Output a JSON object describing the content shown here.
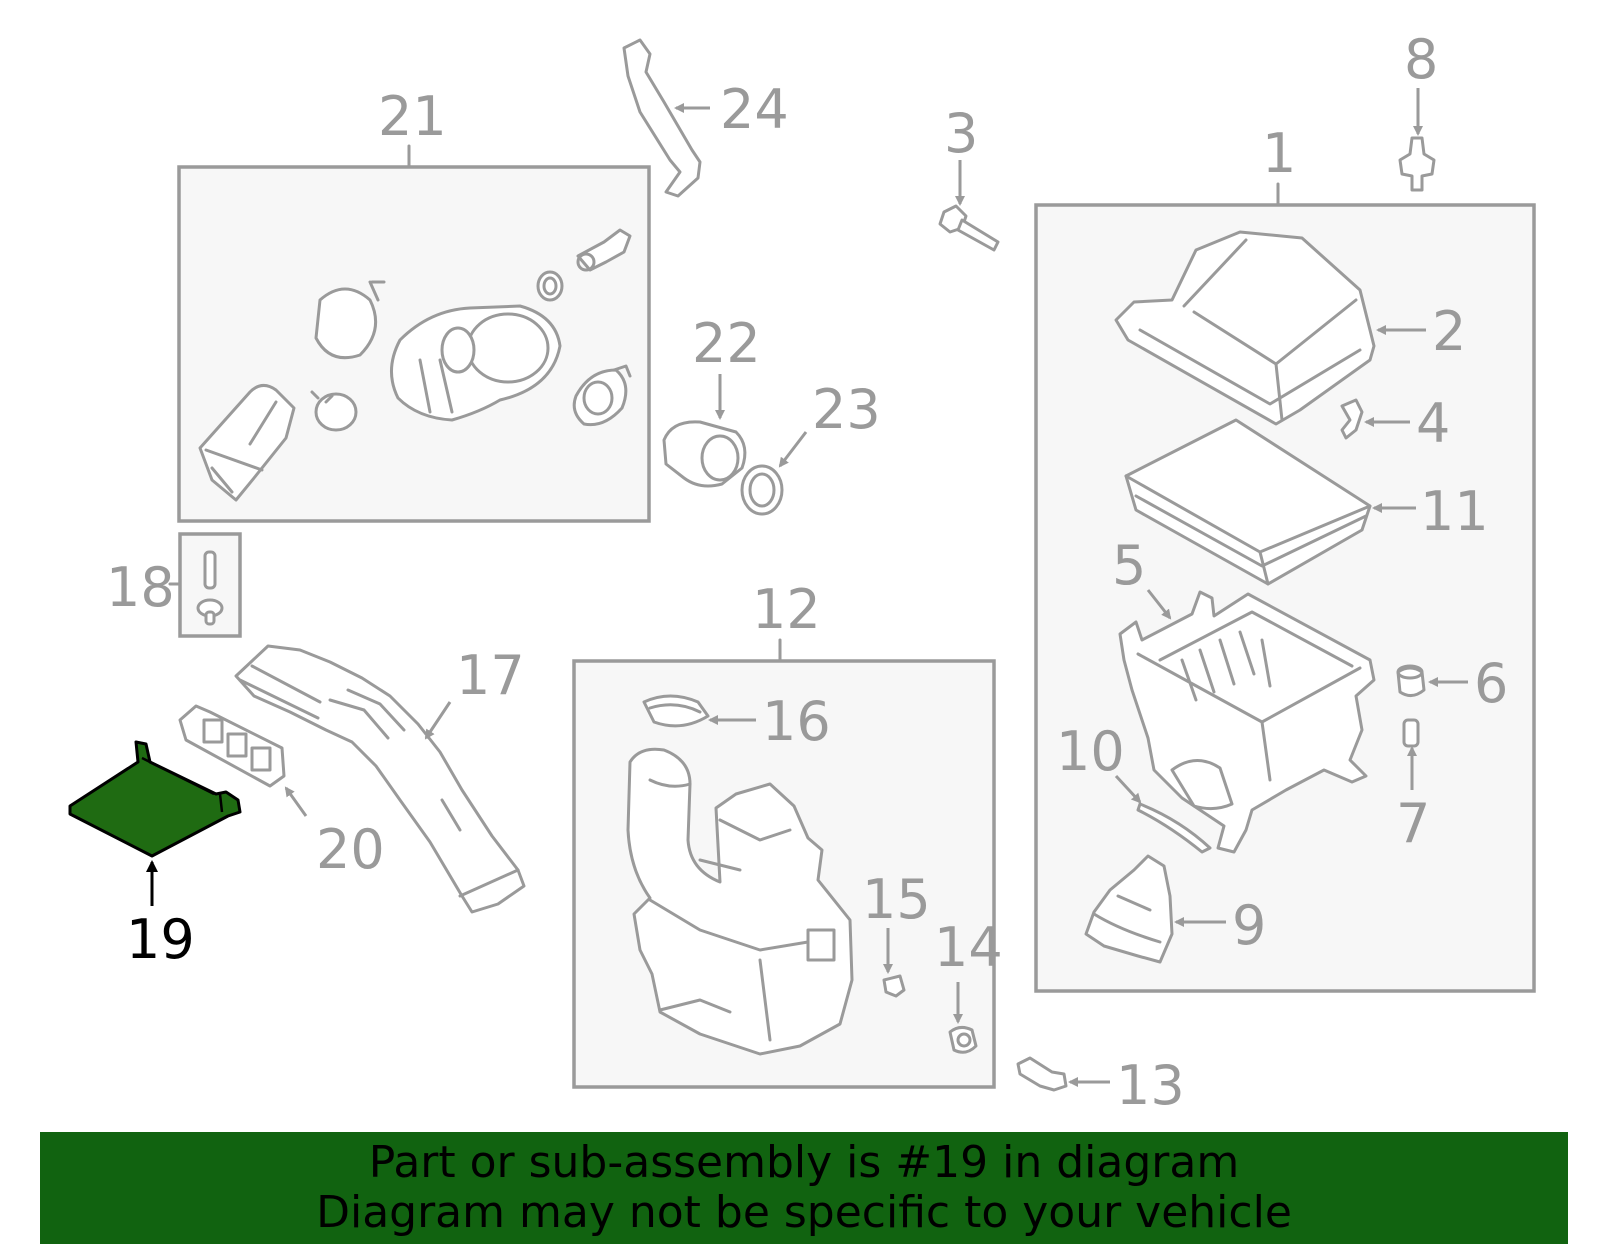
{
  "highlight_color": "#1f6b12",
  "banner_color": "#116310",
  "callouts": {
    "c1": "1",
    "c2": "2",
    "c3": "3",
    "c4": "4",
    "c5": "5",
    "c6": "6",
    "c7": "7",
    "c8": "8",
    "c9": "9",
    "c10": "10",
    "c11": "11",
    "c12": "12",
    "c13": "13",
    "c14": "14",
    "c15": "15",
    "c16": "16",
    "c17": "17",
    "c18": "18",
    "c19": "19",
    "c20": "20",
    "c21": "21",
    "c22": "22",
    "c23": "23",
    "c24": "24"
  },
  "banner": {
    "line1": "Part or sub-assembly is #19 in diagram",
    "line2": "Diagram may not be specific to your vehicle"
  }
}
